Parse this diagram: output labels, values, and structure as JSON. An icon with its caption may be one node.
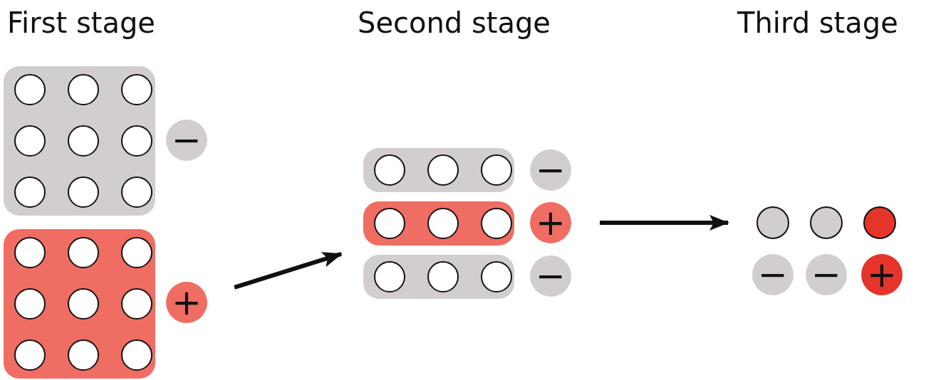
{
  "diagram": {
    "nodes": [
      {
        "text": [],
        "shape": "box"
      },
      {
        "text": [],
        "shape": "circle",
        "in": 0
      },
      {
        "text": [],
        "shape": "circle",
        "in": 0
      },
      {
        "text": [],
        "shape": "circle",
        "in": 0
      },
      {
        "text": [],
        "shape": "circle",
        "in": 0
      },
      {
        "text": [],
        "shape": "circle",
        "in": 0
      },
      {
        "text": [],
        "shape": "circle",
        "in": 0
      },
      {
        "text": [],
        "shape": "circle",
        "in": 0
      },
      {
        "text": [],
        "shape": "circle",
        "in": 0
      },
      {
        "text": [],
        "shape": "circle",
        "in": 0
      },
      {
        "text": [
          "−"
        ]
      },
      {
        "text": [],
        "shape": "box"
      },
      {
        "text": [],
        "shape": "circle",
        "in": 11
      },
      {
        "text": [],
        "shape": "circle",
        "in": 11
      },
      {
        "text": [],
        "shape": "circle",
        "in": 11
      },
      {
        "text": [],
        "shape": "circle",
        "in": 11
      },
      {
        "text": [],
        "shape": "circle",
        "in": 11
      },
      {
        "text": [],
        "shape": "circle",
        "in": 11
      },
      {
        "text": [],
        "shape": "circle",
        "in": 11
      },
      {
        "text": [],
        "shape": "circle",
        "in": 11
      },
      {
        "text": [],
        "shape": "circle",
        "in": 11
      },
      {
        "text": [
          "+"
        ]
      },
      {
        "text": [],
        "shape": "box"
      },
      {
        "text": [],
        "shape": "circle",
        "in": 22
      },
      {
        "text": [],
        "shape": "circle",
        "in": 22
      },
      {
        "text": [],
        "shape": "circle",
        "in": 22
      },
      {
        "text": [
          "−"
        ]
      },
      {
        "text": [],
        "shape": "box"
      },
      {
        "text": [],
        "shape": "circle",
        "in": 27
      },
      {
        "text": [],
        "shape": "circle",
        "in": 27
      },
      {
        "text": [],
        "shape": "circle",
        "in": 27
      },
      {
        "text": [
          "+"
        ]
      },
      {
        "text": [],
        "shape": "box"
      },
      {
        "text": [],
        "shape": "circle",
        "in": 32
      },
      {
        "text": [],
        "shape": "circle",
        "in": 32
      },
      {
        "text": [],
        "shape": "circle",
        "in": 32
      },
      {
        "text": [
          "−"
        ]
      },
      {
        "text": [],
        "shape": "circle"
      },
      {
        "text": [],
        "shape": "circle"
      },
      {
        "text": [],
        "shape": "circle"
      },
      {
        "text": [
          "−"
        ]
      },
      {
        "text": [
          "−"
        ]
      },
      {
        "text": [
          "+"
        ]
      }
    ],
    "edges": [
      {
        "from": 21,
        "to": 27,
        "arrow": "to"
      },
      {
        "from": 31,
        "to": 37,
        "arrow": "to"
      }
    ],
    "labels": [
      "First stage",
      "Second stage",
      "Third stage"
    ]
  }
}
